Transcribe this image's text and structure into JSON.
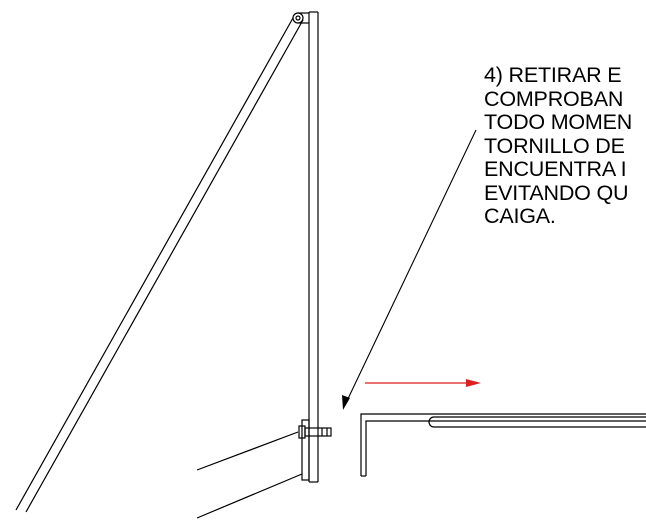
{
  "instruction": {
    "lines": [
      "4) RETIRAR E",
      "COMPROBAN",
      "TODO MOMEN",
      "TORNILLO DE",
      "ENCUENTRA I",
      "EVITANDO QU",
      "CAIGA."
    ]
  },
  "colors": {
    "stroke": "#000000",
    "direction_arrow": "#e01f1f",
    "background": "#ffffff"
  }
}
